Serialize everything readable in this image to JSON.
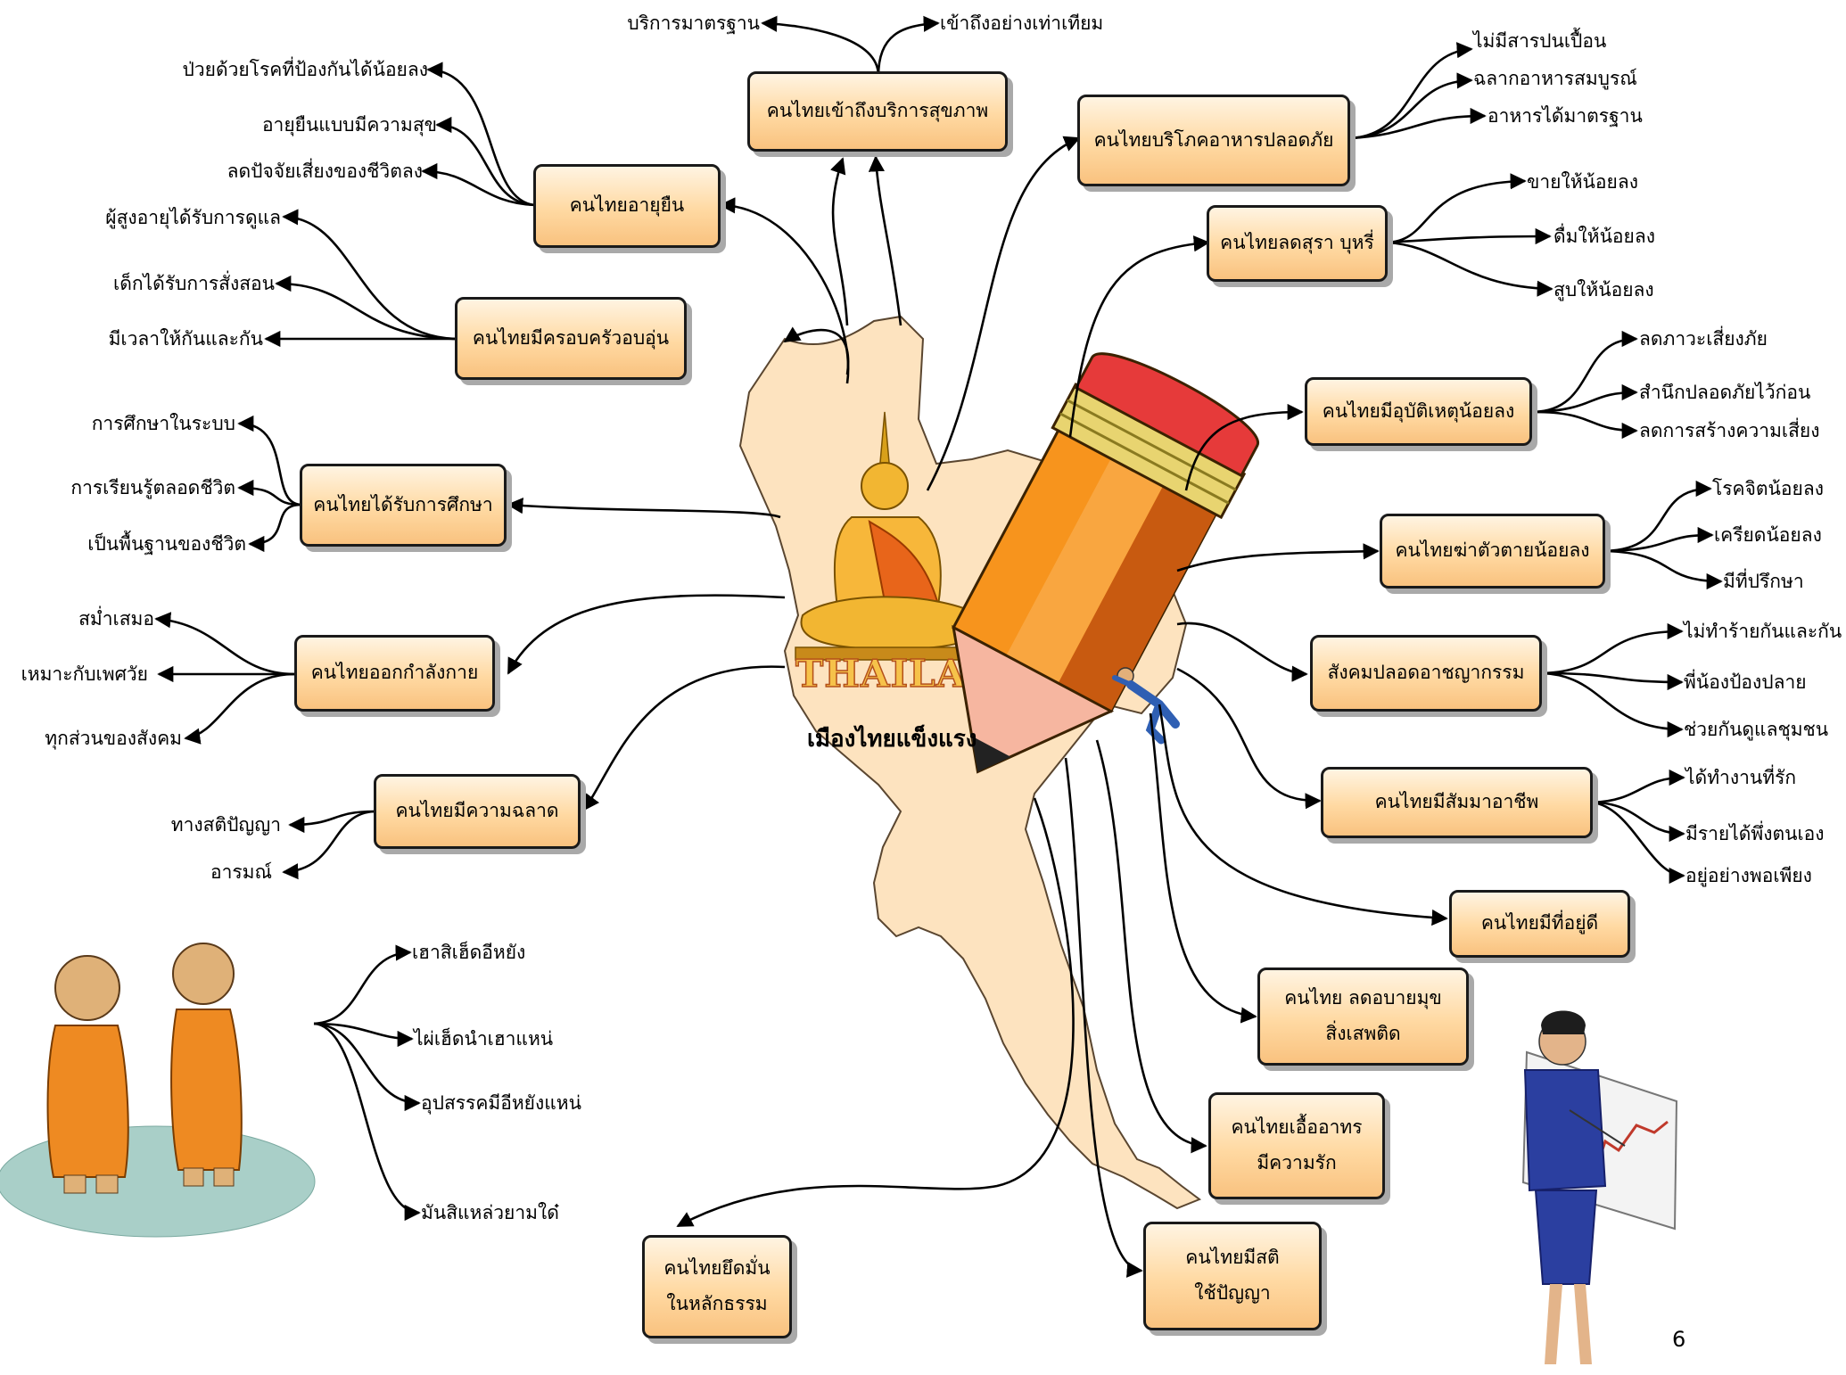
{
  "center": {
    "label": "เมืองไทยแข็งแรง",
    "badge": "THAILAND"
  },
  "nodes": {
    "n_access": "คนไทยเข้าถึงบริการสุขภาพ",
    "n_food": "คนไทยบริโภคอาหารปลอดภัย",
    "n_longlife": "คนไทยอายุยืน",
    "n_alcohol": "คนไทยลดสุรา บุหรี่",
    "n_family": "คนไทยมีครอบครัวอบอุ่น",
    "n_accident": "คนไทยมีอุบัติเหตุน้อยลง",
    "n_education": "คนไทยได้รับการศึกษา",
    "n_suicide": "คนไทยฆ่าตัวตายน้อยลง",
    "n_exercise": "คนไทยออกกำลังกาย",
    "n_crime": "สังคมปลอดอาชญากรรม",
    "n_smart": "คนไทยมีความฉลาด",
    "n_career": "คนไทยมีสัมมาอาชีพ",
    "n_housing": "คนไทยมีที่อยู่ดี",
    "n_vices": [
      "คนไทย ลดอบายมุข",
      "สิ่งเสพติด"
    ],
    "n_generous": [
      "คนไทยเอื้ออาทร",
      "มีความรัก"
    ],
    "n_mindful": [
      "คนไทยมีสติ",
      "ใช้ปัญญา"
    ],
    "n_dharma": [
      "คนไทยยึดมั่น",
      "ในหลักธรรม"
    ]
  },
  "leaves": {
    "access": [
      "บริการมาตรฐาน",
      "เข้าถึงอย่างเท่าเทียม"
    ],
    "food": [
      "ไม่มีสารปนเปื้อน",
      "ฉลากอาหารสมบูรณ์",
      "อาหารได้มาตรฐาน"
    ],
    "longlife": [
      "ป่วยด้วยโรคที่ป้องกันได้น้อยลง",
      "อายุยืนแบบมีความสุข",
      "ลดปัจจัยเสี่ยงของชีวิตลง"
    ],
    "alcohol": [
      "ขายให้น้อยลง",
      "ดื่มให้น้อยลง",
      "สูบให้น้อยลง"
    ],
    "family": [
      "ผู้สูงอายุได้รับการดูแล",
      "เด็กได้รับการสั่งสอน",
      "มีเวลาให้กันและกัน"
    ],
    "accident": [
      "ลดภาวะเสี่ยงภัย",
      "สำนึกปลอดภัยไว้ก่อน",
      "ลดการสร้างความเสี่ยง"
    ],
    "education": [
      "การศึกษาในระบบ",
      "การเรียนรู้ตลอดชีวิต",
      "เป็นพื้นฐานของชีวิต"
    ],
    "suicide": [
      "โรคจิตน้อยลง",
      "เครียดน้อยลง",
      "มีที่ปรึกษา"
    ],
    "exercise": [
      "สม่ำเสมอ",
      "เหมาะกับเพศวัย",
      "ทุกส่วนของสังคม"
    ],
    "crime": [
      "ไม่ทำร้ายกันและกัน",
      "พี่น้องป้องปลาย",
      "ช่วยกันดูแลชุมชน"
    ],
    "smart": [
      "ทางสติปัญญา",
      "อารมณ์"
    ],
    "career": [
      "ได้ทำงานที่รัก",
      "มีรายได้พึ่งตนเอง",
      "อยู่อย่างพอเพียง"
    ],
    "monks": [
      "เฮาสิเฮ็ดอีหยัง",
      "ไผ่เฮ็ดนำเฮาแหน่",
      "อุปสรรคมีอีหยังแหน่",
      "มันสิแหล่วยามใด๋"
    ]
  },
  "page_number": "6",
  "icons": [
    "thailand-map-icon",
    "buddha-statue-icon",
    "pencil-icon",
    "pushing-man-icon",
    "monks-icon",
    "presenter-woman-icon"
  ],
  "colors": {
    "node_fill": "#fdd39a",
    "node_border": "#1a1a1a",
    "map_fill": "#fde3bf",
    "pencil_orange": "#f7941d"
  }
}
